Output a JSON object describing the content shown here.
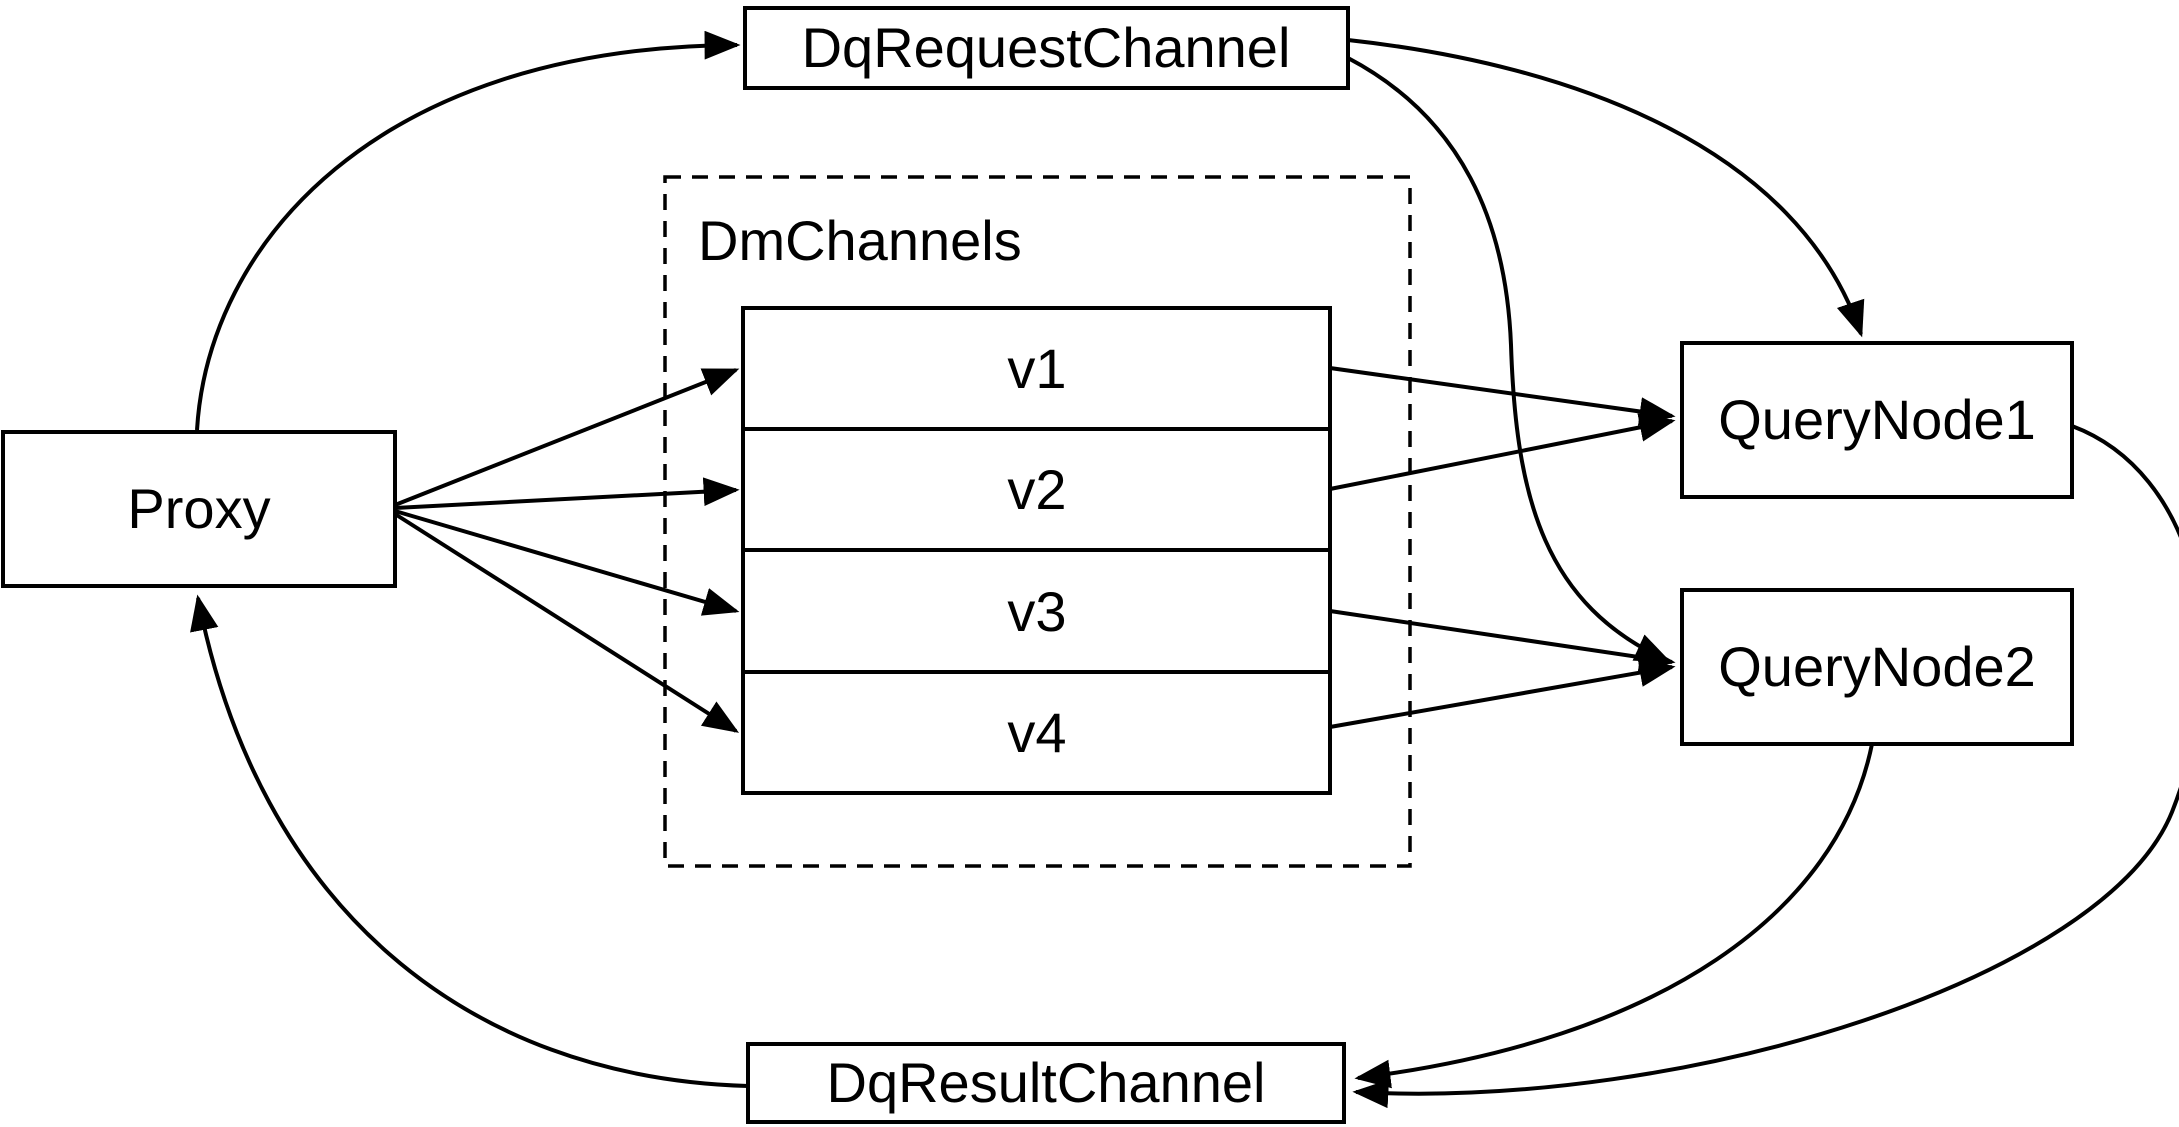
{
  "diagram": {
    "nodes": {
      "proxy": {
        "label": "Proxy"
      },
      "dq_request_channel": {
        "label": "DqRequestChannel"
      },
      "dm_channels_group": {
        "label": "DmChannels"
      },
      "query_node1": {
        "label": "QueryNode1"
      },
      "query_node2": {
        "label": "QueryNode2"
      },
      "dq_result_channel": {
        "label": "DqResultChannel"
      }
    },
    "channels": [
      "v1",
      "v2",
      "v3",
      "v4"
    ],
    "edges": [
      {
        "from": "Proxy",
        "to": "DqRequestChannel"
      },
      {
        "from": "DqRequestChannel",
        "to": "QueryNode1"
      },
      {
        "from": "DqRequestChannel",
        "to": "QueryNode2"
      },
      {
        "from": "Proxy",
        "to": "v1"
      },
      {
        "from": "Proxy",
        "to": "v2"
      },
      {
        "from": "Proxy",
        "to": "v3"
      },
      {
        "from": "Proxy",
        "to": "v4"
      },
      {
        "from": "v1",
        "to": "QueryNode1"
      },
      {
        "from": "v2",
        "to": "QueryNode1"
      },
      {
        "from": "v3",
        "to": "QueryNode2"
      },
      {
        "from": "v4",
        "to": "QueryNode2"
      },
      {
        "from": "QueryNode1",
        "to": "DqResultChannel"
      },
      {
        "from": "QueryNode2",
        "to": "DqResultChannel"
      },
      {
        "from": "DqResultChannel",
        "to": "Proxy"
      }
    ],
    "colors": {
      "stroke": "#000000",
      "background": "#ffffff"
    }
  }
}
